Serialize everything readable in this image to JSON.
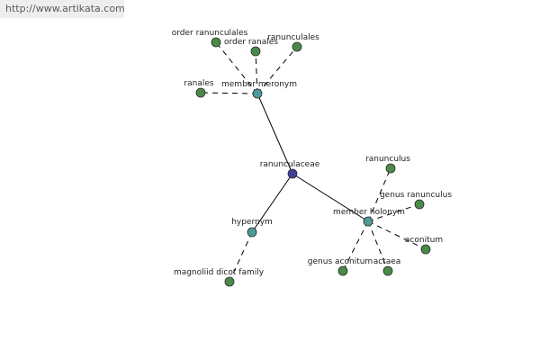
{
  "watermark": "http://www.artikata.com",
  "colors": {
    "center": "#3f3f9a",
    "relation": "#4f9a9a",
    "leaf": "#4a8a48"
  },
  "graph": {
    "center": "ranunculaceae",
    "relations": [
      "member meronym",
      "hypernym",
      "member holonym"
    ],
    "meronym_terms": [
      "order ranunculales",
      "order ranales",
      "ranunculales",
      "ranales"
    ],
    "hypernym_terms": [
      "magnoliid dicot family"
    ],
    "holonym_terms": [
      "ranunculus",
      "genus ranunculus",
      "aconitum",
      "actaea",
      "genus aconitum"
    ]
  }
}
